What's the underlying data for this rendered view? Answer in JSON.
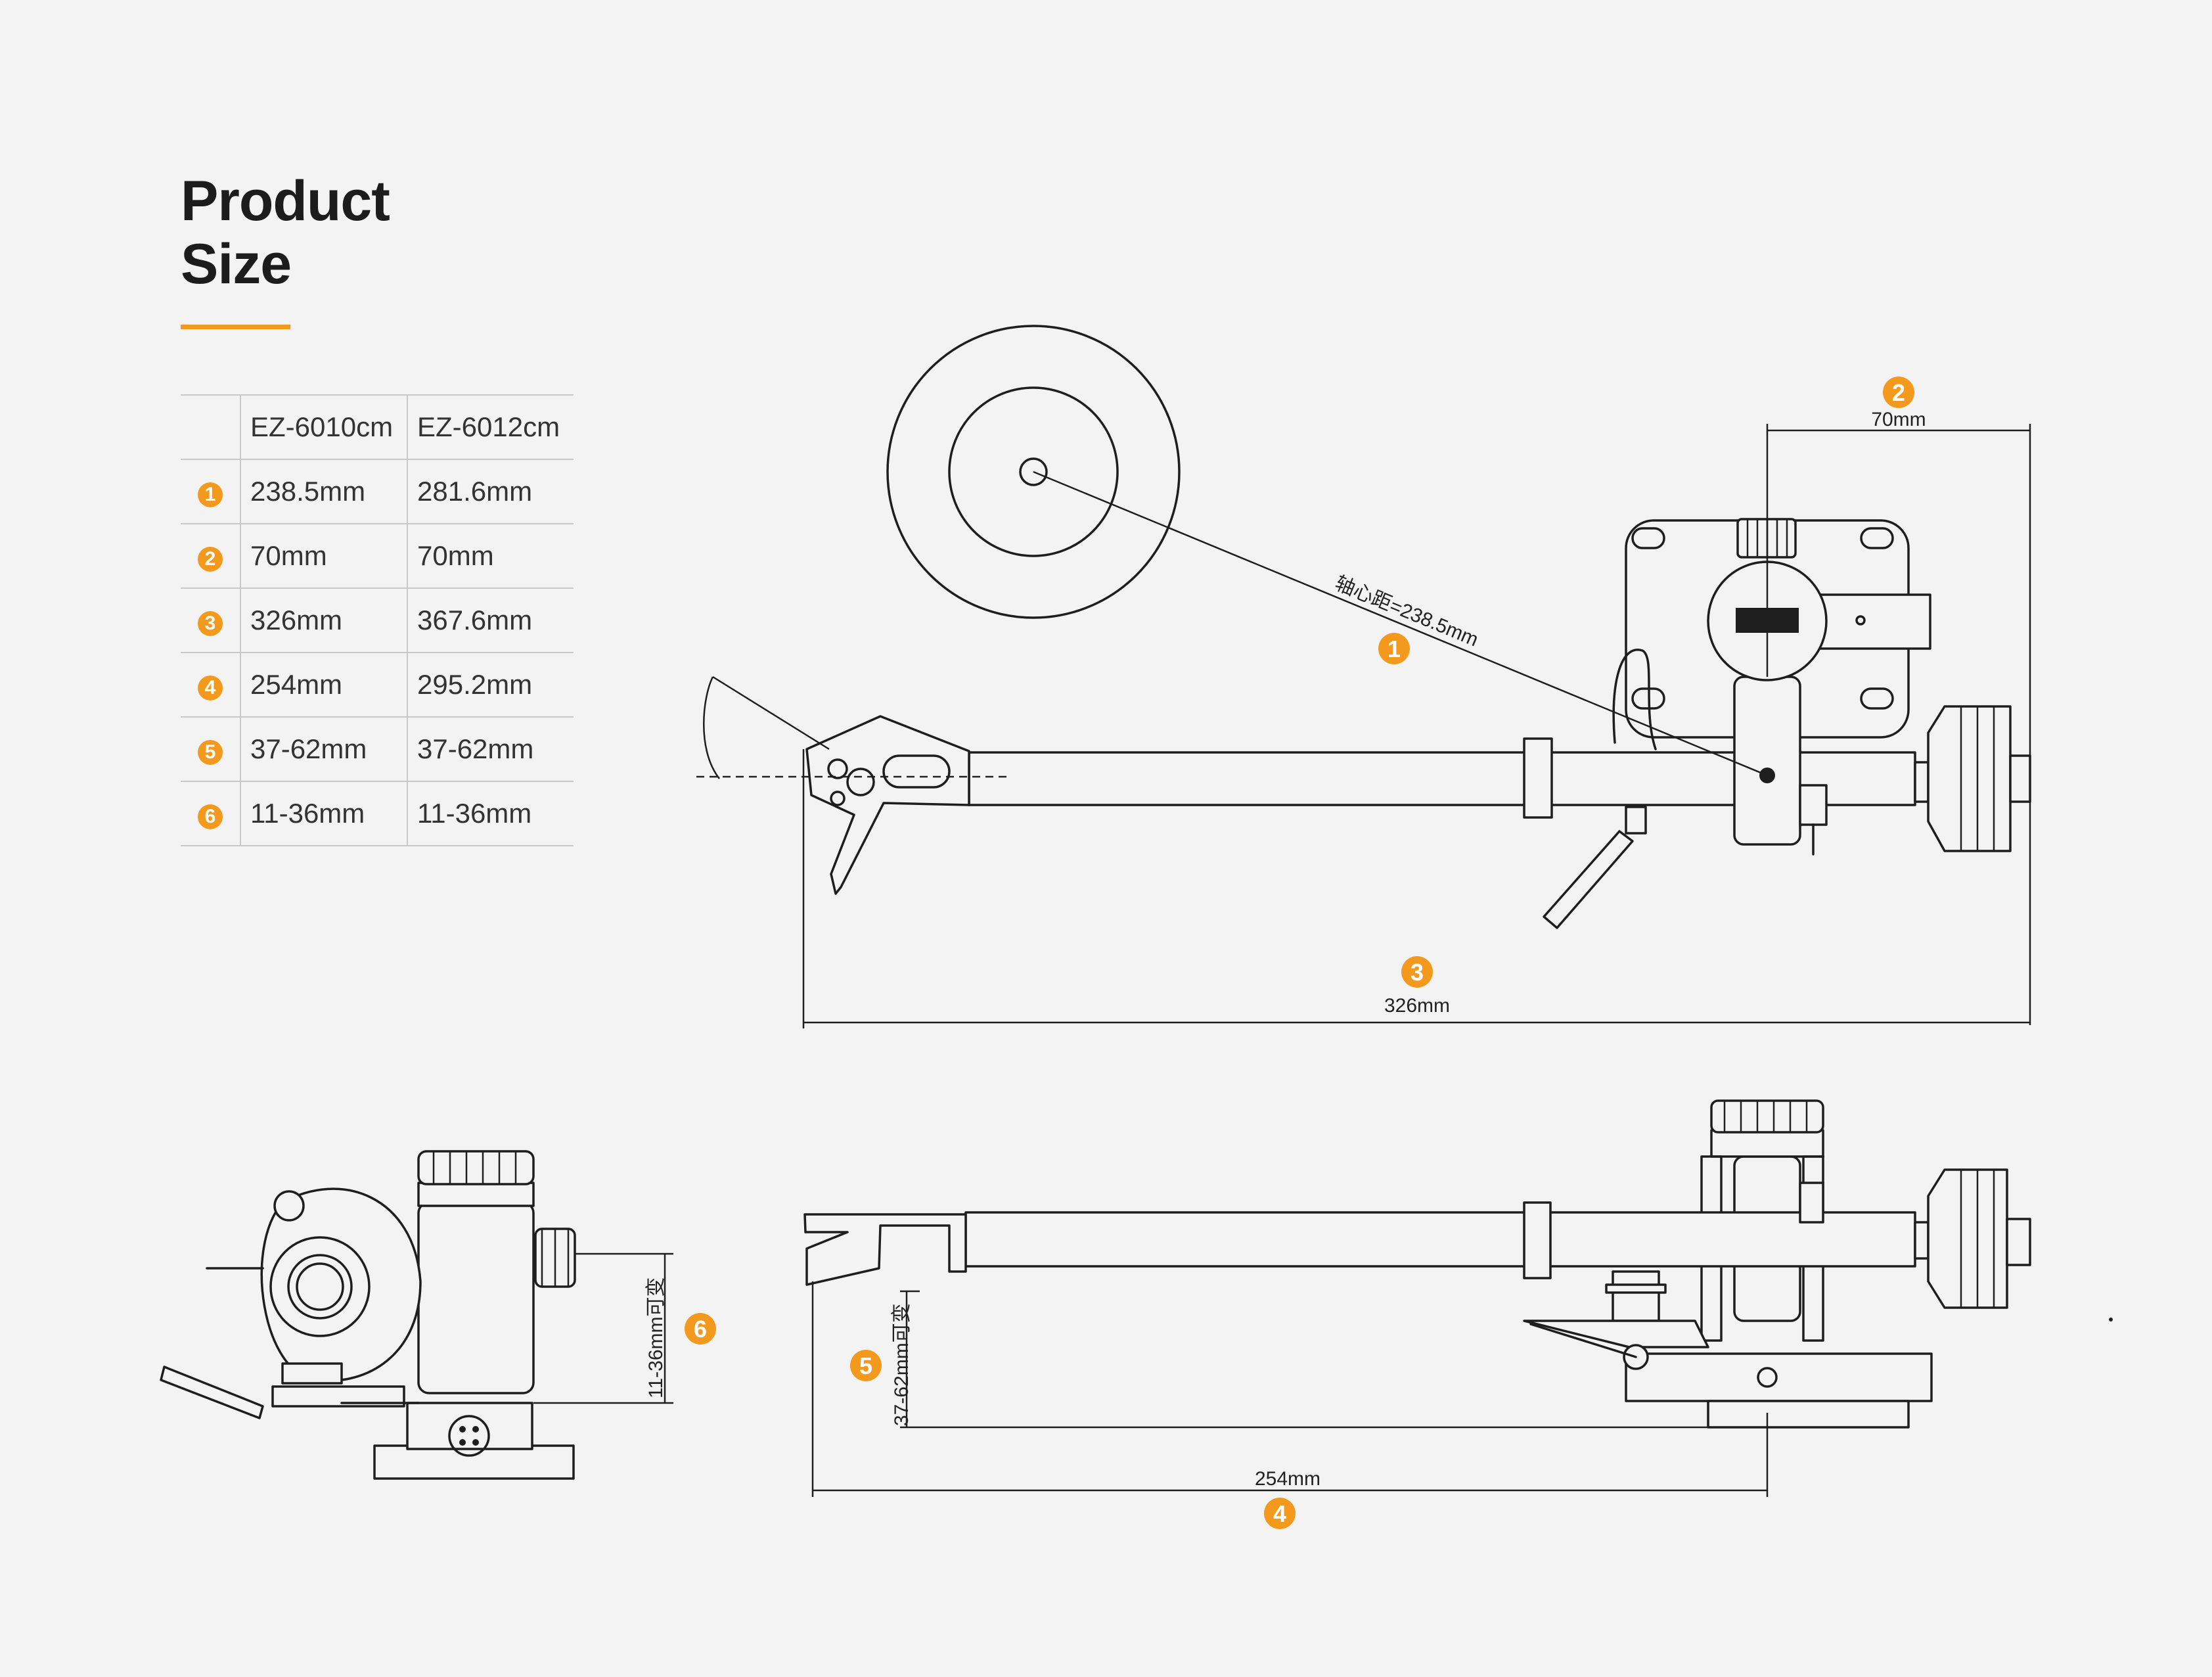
{
  "title_line1": "Product",
  "title_line2": "Size",
  "accent_color": "#f39a1e",
  "table": {
    "headers": [
      "",
      "EZ-6010cm",
      "EZ-6012cm"
    ],
    "rows": [
      {
        "badge": "1",
        "a": "238.5mm",
        "b": "281.6mm"
      },
      {
        "badge": "2",
        "a": "70mm",
        "b": "70mm"
      },
      {
        "badge": "3",
        "a": "326mm",
        "b": "367.6mm"
      },
      {
        "badge": "4",
        "a": "254mm",
        "b": "295.2mm"
      },
      {
        "badge": "5",
        "a": "37-62mm",
        "b": "37-62mm"
      },
      {
        "badge": "6",
        "a": "11-36mm",
        "b": "11-36mm"
      }
    ]
  },
  "dimensions": {
    "d1": "轴心距=238.5mm",
    "d2": "70mm",
    "d3": "326mm",
    "d4": "254mm",
    "d5": "37-62mm可变",
    "d6": "11-36mm可变"
  },
  "badges": {
    "b1": "1",
    "b2": "2",
    "b3": "3",
    "b4": "4",
    "b5": "5",
    "b6": "6"
  }
}
